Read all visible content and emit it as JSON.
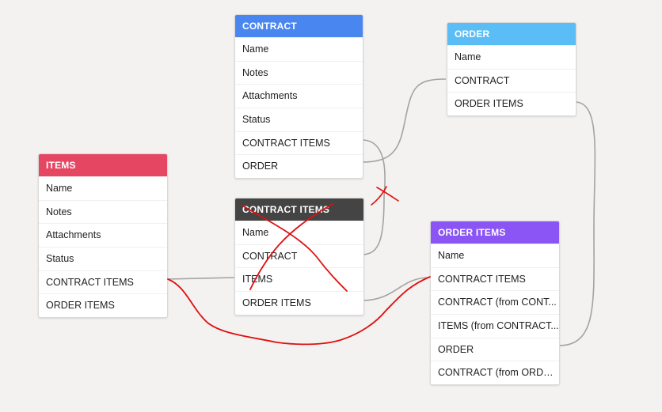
{
  "tables": {
    "contract": {
      "title": "CONTRACT",
      "color": "#4a86f0",
      "fields": [
        "Name",
        "Notes",
        "Attachments",
        "Status",
        "CONTRACT ITEMS",
        "ORDER"
      ]
    },
    "order": {
      "title": "ORDER",
      "color": "#5bbdf5",
      "fields": [
        "Name",
        "CONTRACT",
        "ORDER ITEMS"
      ]
    },
    "items": {
      "title": "ITEMS",
      "color": "#e54763",
      "fields": [
        "Name",
        "Notes",
        "Attachments",
        "Status",
        "CONTRACT ITEMS",
        "ORDER ITEMS"
      ]
    },
    "contract_items": {
      "title": "CONTRACT ITEMS",
      "color": "#444444",
      "fields": [
        "Name",
        "CONTRACT",
        "ITEMS",
        "ORDER ITEMS"
      ]
    },
    "order_items": {
      "title": "ORDER ITEMS",
      "color": "#8b54f5",
      "fields": [
        "Name",
        "CONTRACT ITEMS",
        "CONTRACT (from CONT...",
        "ITEMS (from CONTRACT...",
        "ORDER",
        "CONTRACT (from ORDER)"
      ]
    }
  },
  "annotation_color": "#e01010",
  "link_color": "#a3a3a3"
}
